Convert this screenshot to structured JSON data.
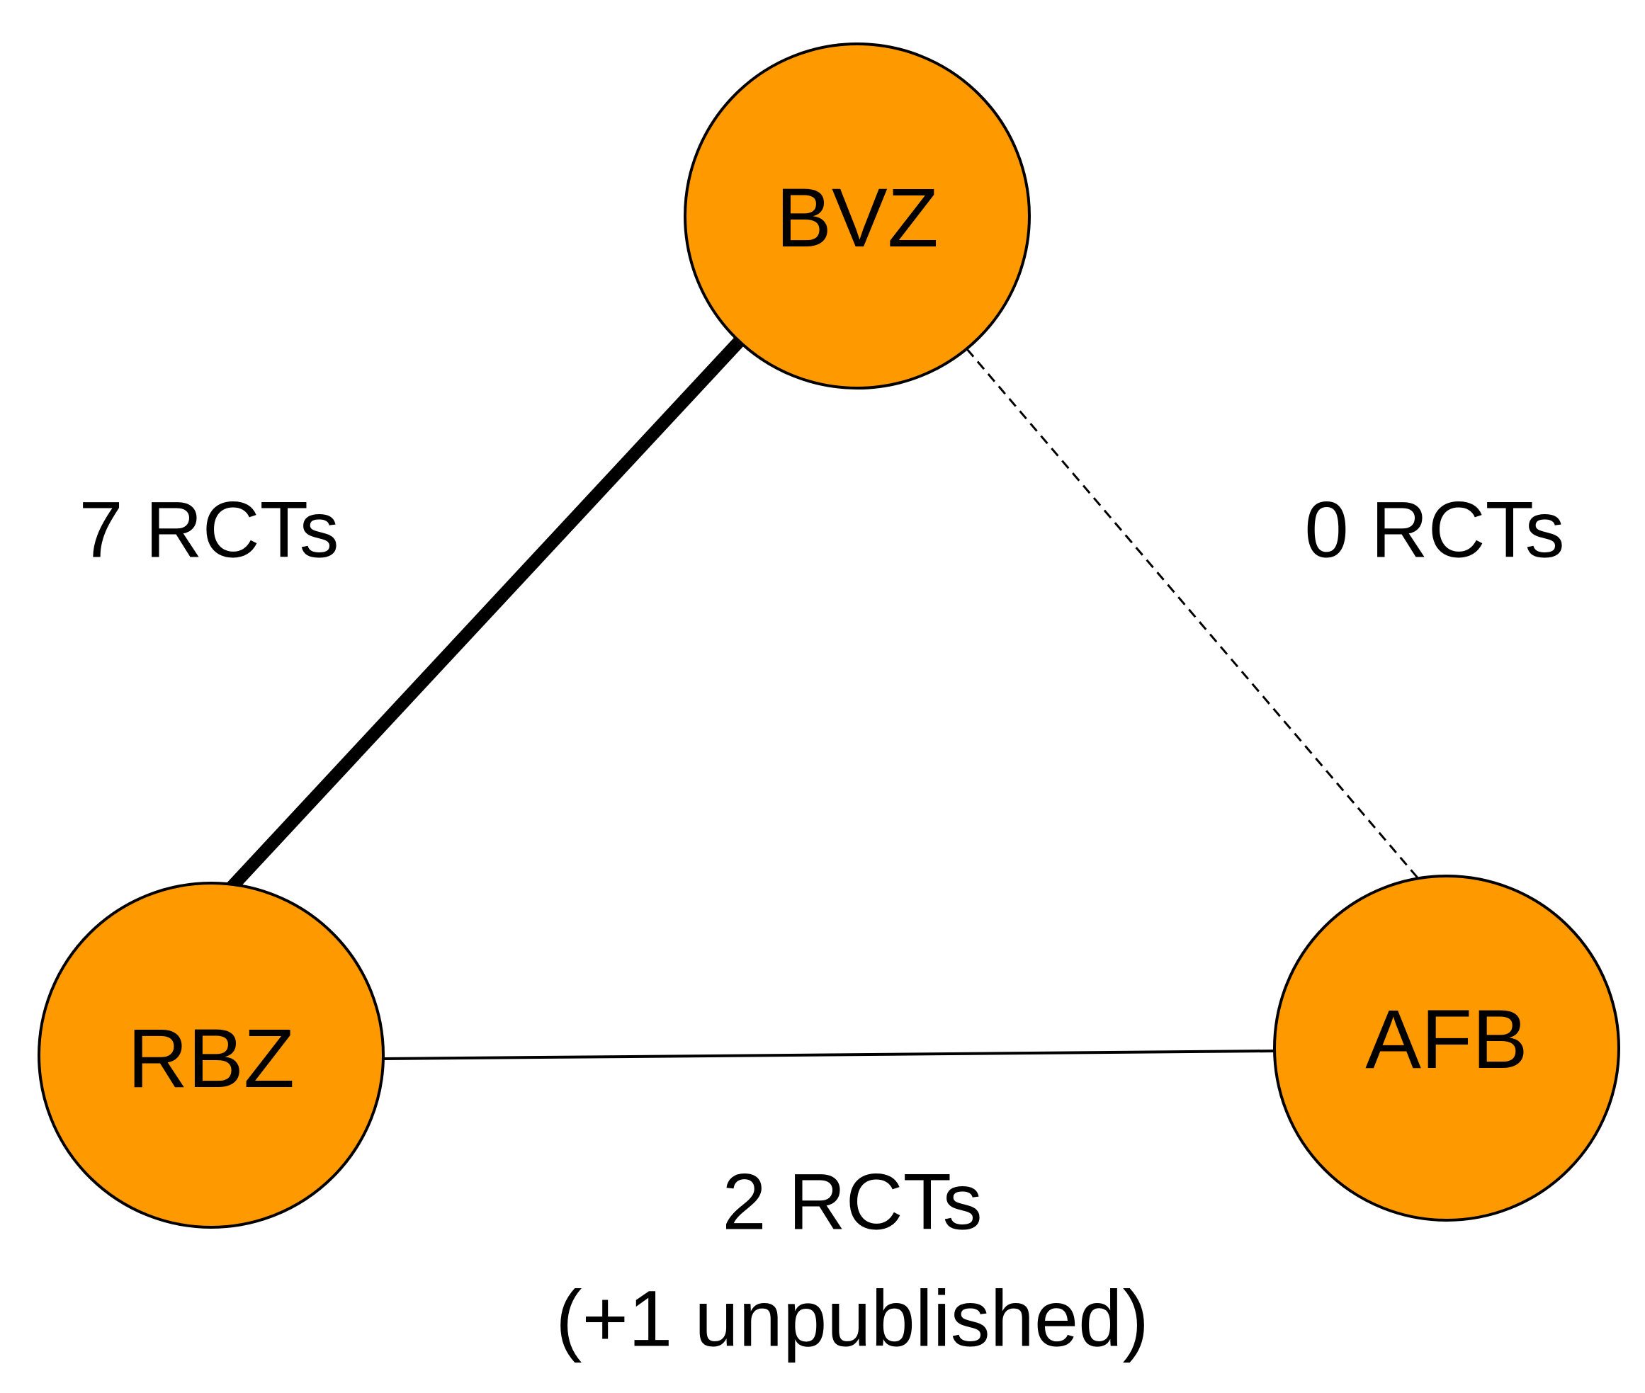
{
  "colors": {
    "node_fill": "#FF9900",
    "node_stroke": "#000000",
    "edge": "#000000"
  },
  "nodes": {
    "bvz": {
      "label": "BVZ"
    },
    "rbz": {
      "label": "RBZ"
    },
    "afb": {
      "label": "AFB"
    }
  },
  "edges": {
    "bvz_rbz": {
      "label": "7 RCTs",
      "style": "thick solid",
      "rcts": 7
    },
    "bvz_afb": {
      "label": "0 RCTs",
      "style": "dashed",
      "rcts": 0
    },
    "rbz_afb": {
      "label_line1": "2 RCTs",
      "label_line2": "(+1 unpublished)",
      "style": "thin solid",
      "rcts": 2,
      "unpublished": 1
    }
  }
}
